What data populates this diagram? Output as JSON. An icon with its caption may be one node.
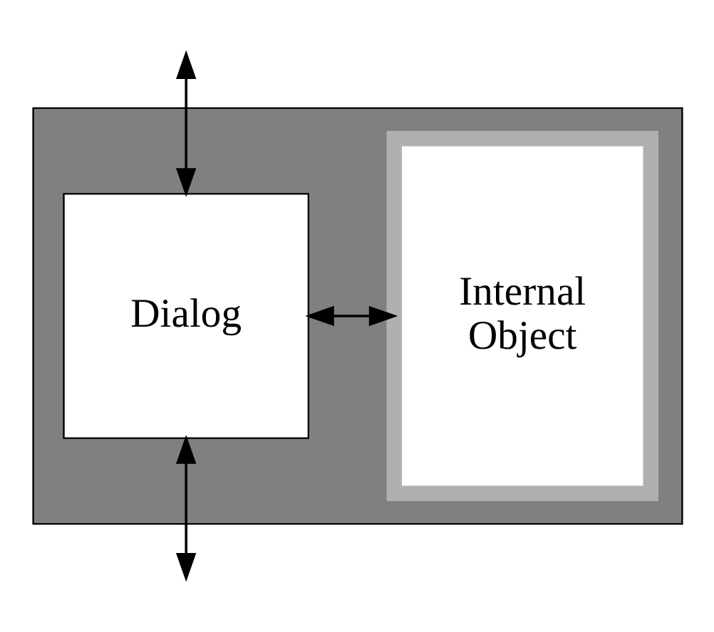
{
  "diagram": {
    "nodes": [
      {
        "text": [],
        "shape": "box"
      },
      {
        "text": [
          "Dialog"
        ],
        "in": 0
      },
      {
        "text": [
          "Internal Object"
        ],
        "in": 0
      }
    ],
    "edges": [
      {
        "from": null,
        "to": 1,
        "arrow": "both"
      },
      {
        "from": 1,
        "to": 2,
        "arrow": "both"
      },
      {
        "from": 1,
        "to": null,
        "arrow": "both"
      }
    ]
  }
}
